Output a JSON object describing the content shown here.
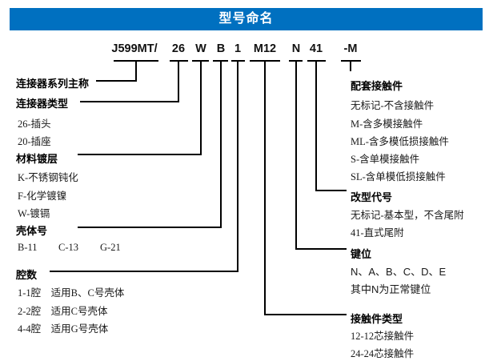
{
  "header": {
    "title": "型号命名",
    "bar_color": "#0070C0"
  },
  "model_code": {
    "full": "J599MT/ 26 W B 1 M12 N 41 -M",
    "segments": [
      "J599MT/",
      "26",
      "W",
      "B",
      "1",
      "M12",
      "N",
      "41",
      "-M"
    ]
  },
  "left_sections": [
    {
      "title": "连接器系列主称",
      "items": []
    },
    {
      "title": "连接器类型",
      "items": [
        "26-插头",
        "20-插座"
      ]
    },
    {
      "title": "材料镀层",
      "items": [
        "K-不锈钢钝化",
        "F-化学镀镍",
        "W-镀镉"
      ]
    },
    {
      "title": "壳体号",
      "items": [
        "B-11",
        "C-13",
        "G-21"
      ]
    },
    {
      "title": "腔数",
      "items": [
        "1-1腔　适用B、C号壳体",
        "2-2腔　适用C号壳体",
        "4-4腔　适用G号壳体"
      ]
    }
  ],
  "right_sections": [
    {
      "title": "配套接触件",
      "items": [
        "无标记-不含接触件",
        "M-含多模接触件",
        "ML-含多模低损接触件",
        "S-含单模接触件",
        "SL-含单模低损接触件"
      ]
    },
    {
      "title": "改型代号",
      "items": [
        "无标记-基本型，不含尾附",
        "41-直式尾附"
      ]
    },
    {
      "title": "键位",
      "items": [
        "N、A、B、C、D、E",
        "其中N为正常键位"
      ]
    },
    {
      "title": "接触件类型",
      "items": [
        "12-12芯接触件",
        "24-24芯接触件"
      ]
    }
  ]
}
